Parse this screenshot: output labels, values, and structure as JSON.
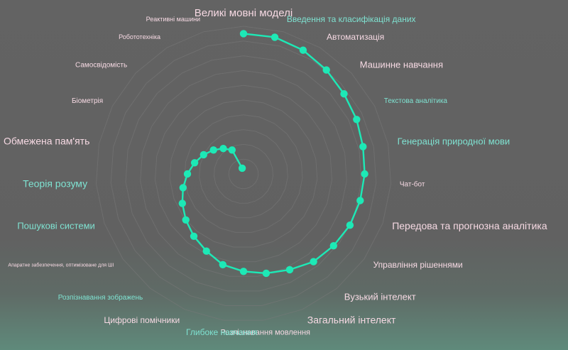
{
  "chart_data": {
    "type": "radar",
    "title": "",
    "grid": true,
    "rlim": [
      0,
      10
    ],
    "colors": {
      "line": "#1de9b6",
      "grid": "#7a7a7a",
      "label_pink": "#f6d9e3",
      "label_teal": "#7fe3d2"
    },
    "series": [
      {
        "values": [
          9.5,
          9.5,
          9.3,
          9.0,
          8.7,
          8.5,
          8.3,
          8.2,
          8.1,
          8.0,
          7.8,
          7.6,
          7.2,
          6.9,
          6.6,
          6.3,
          5.8,
          5.4,
          5.0,
          4.6,
          4.2,
          3.8,
          3.4,
          3.0,
          2.6,
          2.2,
          1.8,
          0.4
        ]
      }
    ],
    "categories": [
      {
        "label": "Великі мовні моделі",
        "color": "#f6d9e3",
        "size": 15
      },
      {
        "label": "Введення та класифікація даних",
        "color": "#7fe3d2",
        "size": 12
      },
      {
        "label": "Автоматизація",
        "color": "#f6d9e3",
        "size": 12
      },
      {
        "label": "Машинне навчання",
        "color": "#f6d9e3",
        "size": 13
      },
      {
        "label": "Текстова аналітика",
        "color": "#7fe3d2",
        "size": 10
      },
      {
        "label": "Генерація природної мови",
        "color": "#7fe3d2",
        "size": 13
      },
      {
        "label": "Чат-бот",
        "color": "#f6d9e3",
        "size": 10
      },
      {
        "label": "Передова та прогнозна аналітика",
        "color": "#f6d9e3",
        "size": 14
      },
      {
        "label": "Управління рішеннями",
        "color": "#f6d9e3",
        "size": 12
      },
      {
        "label": "Вузький інтелект",
        "color": "#f6d9e3",
        "size": 13
      },
      {
        "label": "Загальний інтелект",
        "color": "#f6d9e3",
        "size": 14
      },
      {
        "label": "Розпізнавання мовлення",
        "color": "#f6d9e3",
        "size": 11
      },
      {
        "label": "Глибоке навчання",
        "color": "#7fe3d2",
        "size": 12
      },
      {
        "label": "Цифрові помічники",
        "color": "#f6d9e3",
        "size": 12
      },
      {
        "label": "Розпізнавання зображень",
        "color": "#7fe3d2",
        "size": 10
      },
      {
        "label": "Апаратне забезпечення, оптимізоване для ШІ",
        "color": "#f6d9e3",
        "size": 7
      },
      {
        "label": "Пошукові системи",
        "color": "#7fe3d2",
        "size": 13
      },
      {
        "label": "Теорія розуму",
        "color": "#7fe3d2",
        "size": 14
      },
      {
        "label": "Обмежена пам'ять",
        "color": "#f6d9e3",
        "size": 14
      },
      {
        "label": "Біометрія",
        "color": "#f6d9e3",
        "size": 10
      },
      {
        "label": "Самосвідомість",
        "color": "#f6d9e3",
        "size": 10
      },
      {
        "label": "Робототехніка",
        "color": "#f6d9e3",
        "size": 9
      },
      {
        "label": "Реактивні машини",
        "color": "#f6d9e3",
        "size": 9
      }
    ]
  }
}
